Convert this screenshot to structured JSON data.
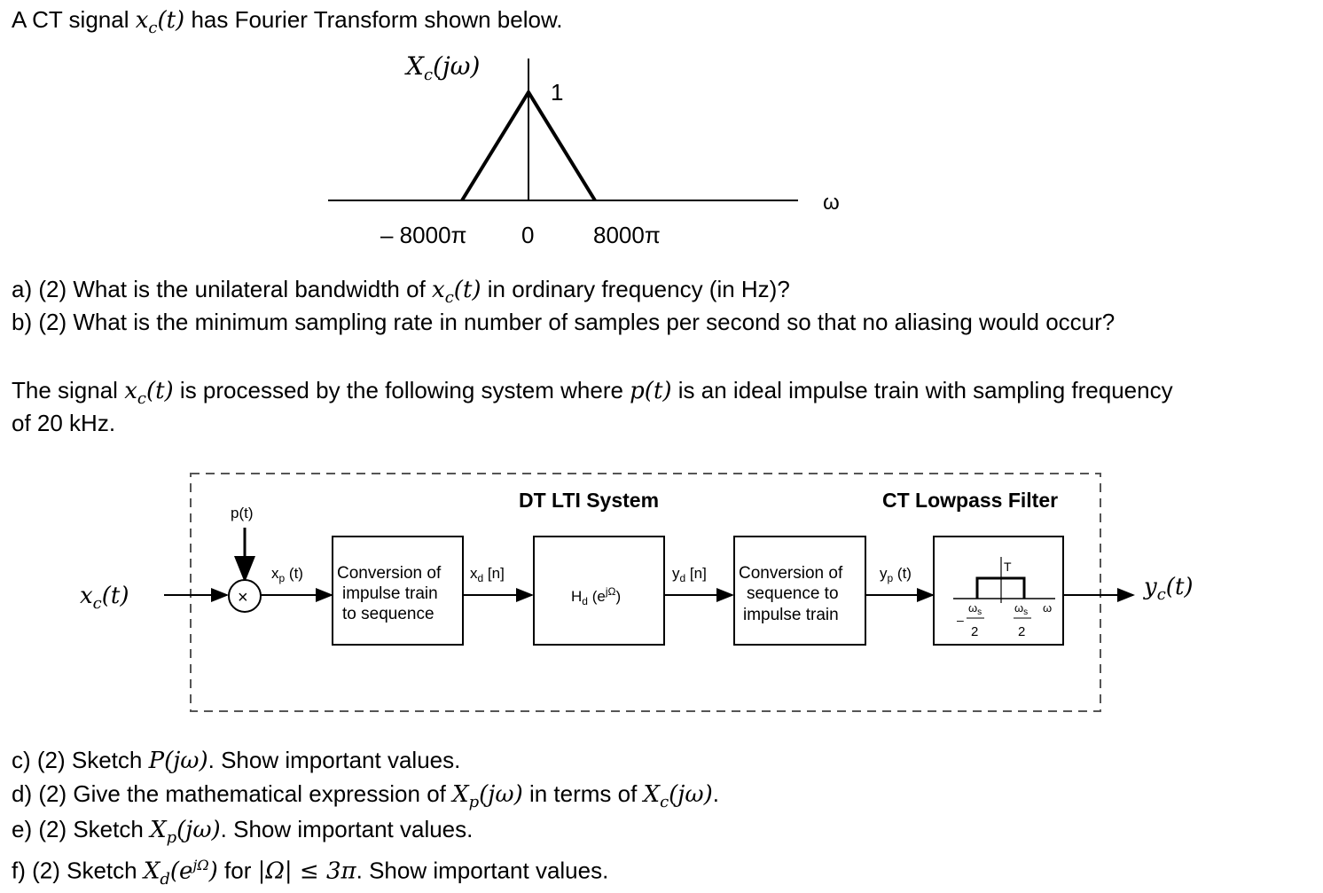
{
  "intro": {
    "pre": "A CT signal ",
    "signal": "x",
    "signal_sub": "c",
    "signal_arg": "(t)",
    "post": " has Fourier Transform shown below."
  },
  "ft_plot": {
    "ylabel": "X",
    "ylabel_sub": "c",
    "ylabel_arg": "(jω)",
    "peak_label": "1",
    "xlabel": "ω",
    "ticks": [
      "– 8000π",
      "0",
      "8000π"
    ]
  },
  "chart_data": {
    "type": "line",
    "title": "",
    "xlabel": "ω",
    "ylabel": "Xc(jω)",
    "x": [
      -8000,
      0,
      8000
    ],
    "x_unit": "π",
    "values": [
      0,
      1,
      0
    ],
    "tick_labels": [
      "– 8000π",
      "0",
      "8000π"
    ],
    "peak_label": "1"
  },
  "questions_ab": [
    {
      "pre": "a) (2) What is the unilateral bandwidth of ",
      "math": "x",
      "sub": "c",
      "arg": "(t)",
      "post": " in ordinary frequency (in Hz)?"
    },
    {
      "pre": "b) (2) What is the minimum sampling rate in number of samples per second so that no aliasing would occur?"
    }
  ],
  "system_text": {
    "pre": "The signal ",
    "math": "x",
    "sub": "c",
    "arg": "(t)",
    "mid": " is processed by the following system where ",
    "math2": "p(t)",
    "post": " is an ideal impulse train with sampling frequency",
    "line2": "of 20 kHz."
  },
  "diagram": {
    "input_label": "x",
    "input_sub": "c",
    "input_arg": "(t)",
    "pt_label": "p(t)",
    "multiplier": "×",
    "xp_label": "x",
    "xp_sub": "p",
    "xp_arg": " (t)",
    "block1": [
      "Conversion of",
      "impulse train",
      "to sequence"
    ],
    "xd_label": "x",
    "xd_sub": "d",
    "xd_arg": " [n]",
    "dt_title": "DT LTI System",
    "hd_label": "H",
    "hd_sub": "d",
    "hd_arg": " (e",
    "hd_sup": "jΩ",
    "hd_close": ")",
    "yd_label": "y",
    "yd_sub": "d",
    "yd_arg": " [n]",
    "block3": [
      "Conversion of",
      "sequence to",
      "impulse train"
    ],
    "yp_label": "y",
    "yp_sub": "p",
    "yp_arg": " (t)",
    "ct_title": "CT Lowpass Filter",
    "lpf_gain": "T",
    "lpf_neg": "–",
    "lpf_ws": "ω",
    "lpf_ws_sub": "s",
    "lpf_den": "2",
    "lpf_omega": "ω",
    "output_label": "y",
    "output_sub": "c",
    "output_arg": "(t)"
  },
  "questions_cf": [
    {
      "pre": "c) (2) Sketch  ",
      "math": "P(jω)",
      "post": ". Show important values."
    },
    {
      "pre": "d) (2) Give the mathematical expression of ",
      "math": "X",
      "sub": "p",
      "arg": "(jω)",
      "mid": " in terms of ",
      "math2": "X",
      "sub2": "c",
      "arg2": "(jω)",
      "post": "."
    },
    {
      "pre": "e) (2) Sketch  ",
      "math": "X",
      "sub": "p",
      "arg": "(jω)",
      "post": ". Show important values."
    },
    {
      "pre": "f) (2) Sketch  ",
      "math": "X",
      "sub": "d",
      "arg": "(e",
      "sup": "jΩ",
      "arg_close": ")",
      "mid": " for ",
      "math2": "|Ω| ≤ 3π",
      "post": ". Show important values."
    }
  ]
}
